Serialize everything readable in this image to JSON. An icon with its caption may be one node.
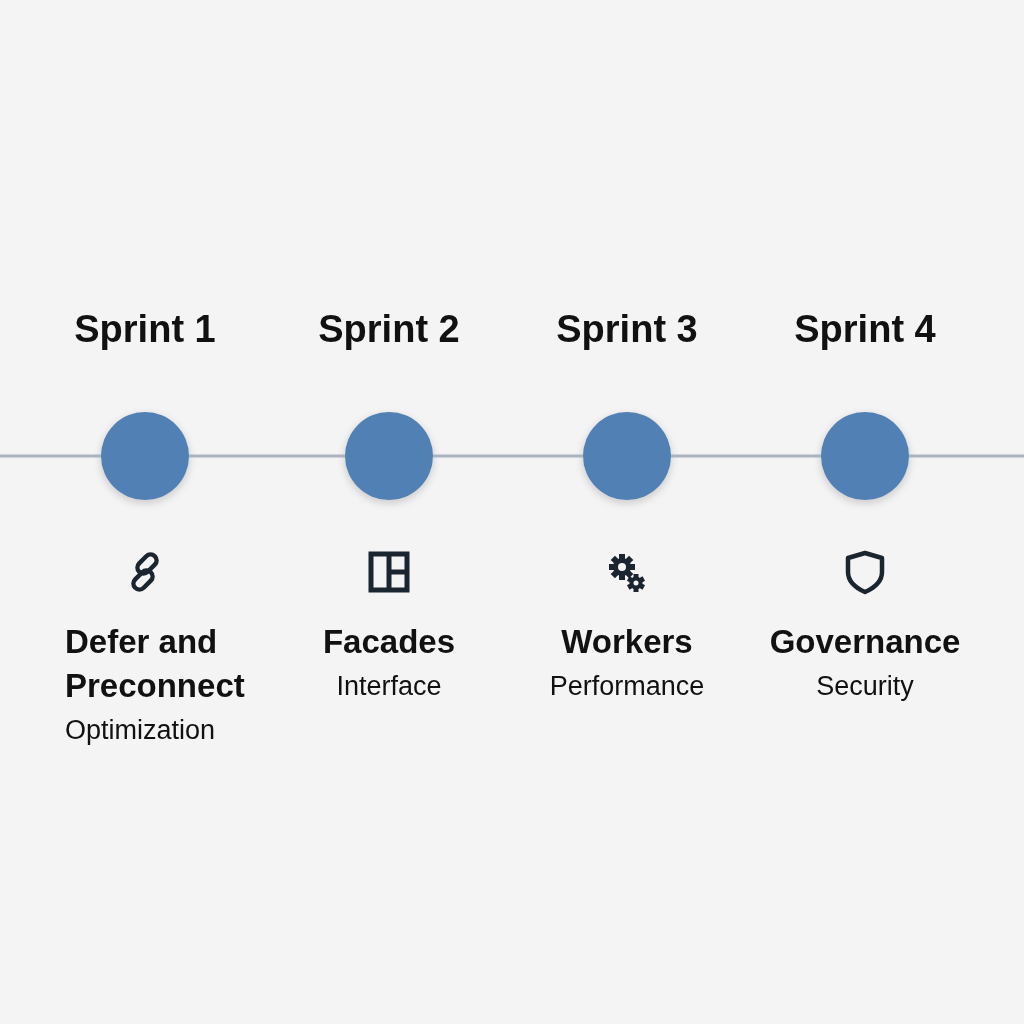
{
  "diagram": {
    "nodes": [
      {
        "text": [],
        "shape": "circle",
        "beside": [
          "Sprint 1",
          "Defer and Preconnect",
          "Optimization"
        ]
      },
      {
        "text": [],
        "shape": "circle",
        "beside": [
          "Sprint 2",
          "Facades",
          "Interface"
        ]
      },
      {
        "text": [],
        "shape": "circle",
        "beside": [
          "Sprint 3",
          "Workers",
          "Performance"
        ]
      },
      {
        "text": [],
        "shape": "circle",
        "beside": [
          "Sprint 4",
          "Governance",
          "Security"
        ]
      }
    ],
    "edges": [
      {
        "from": null,
        "to": 0,
        "arrow": "none"
      },
      {
        "from": 0,
        "to": 1,
        "arrow": "none"
      },
      {
        "from": 1,
        "to": 2,
        "arrow": "none"
      },
      {
        "from": 2,
        "to": 3,
        "arrow": "none"
      },
      {
        "from": 3,
        "to": null,
        "arrow": "none"
      }
    ]
  }
}
